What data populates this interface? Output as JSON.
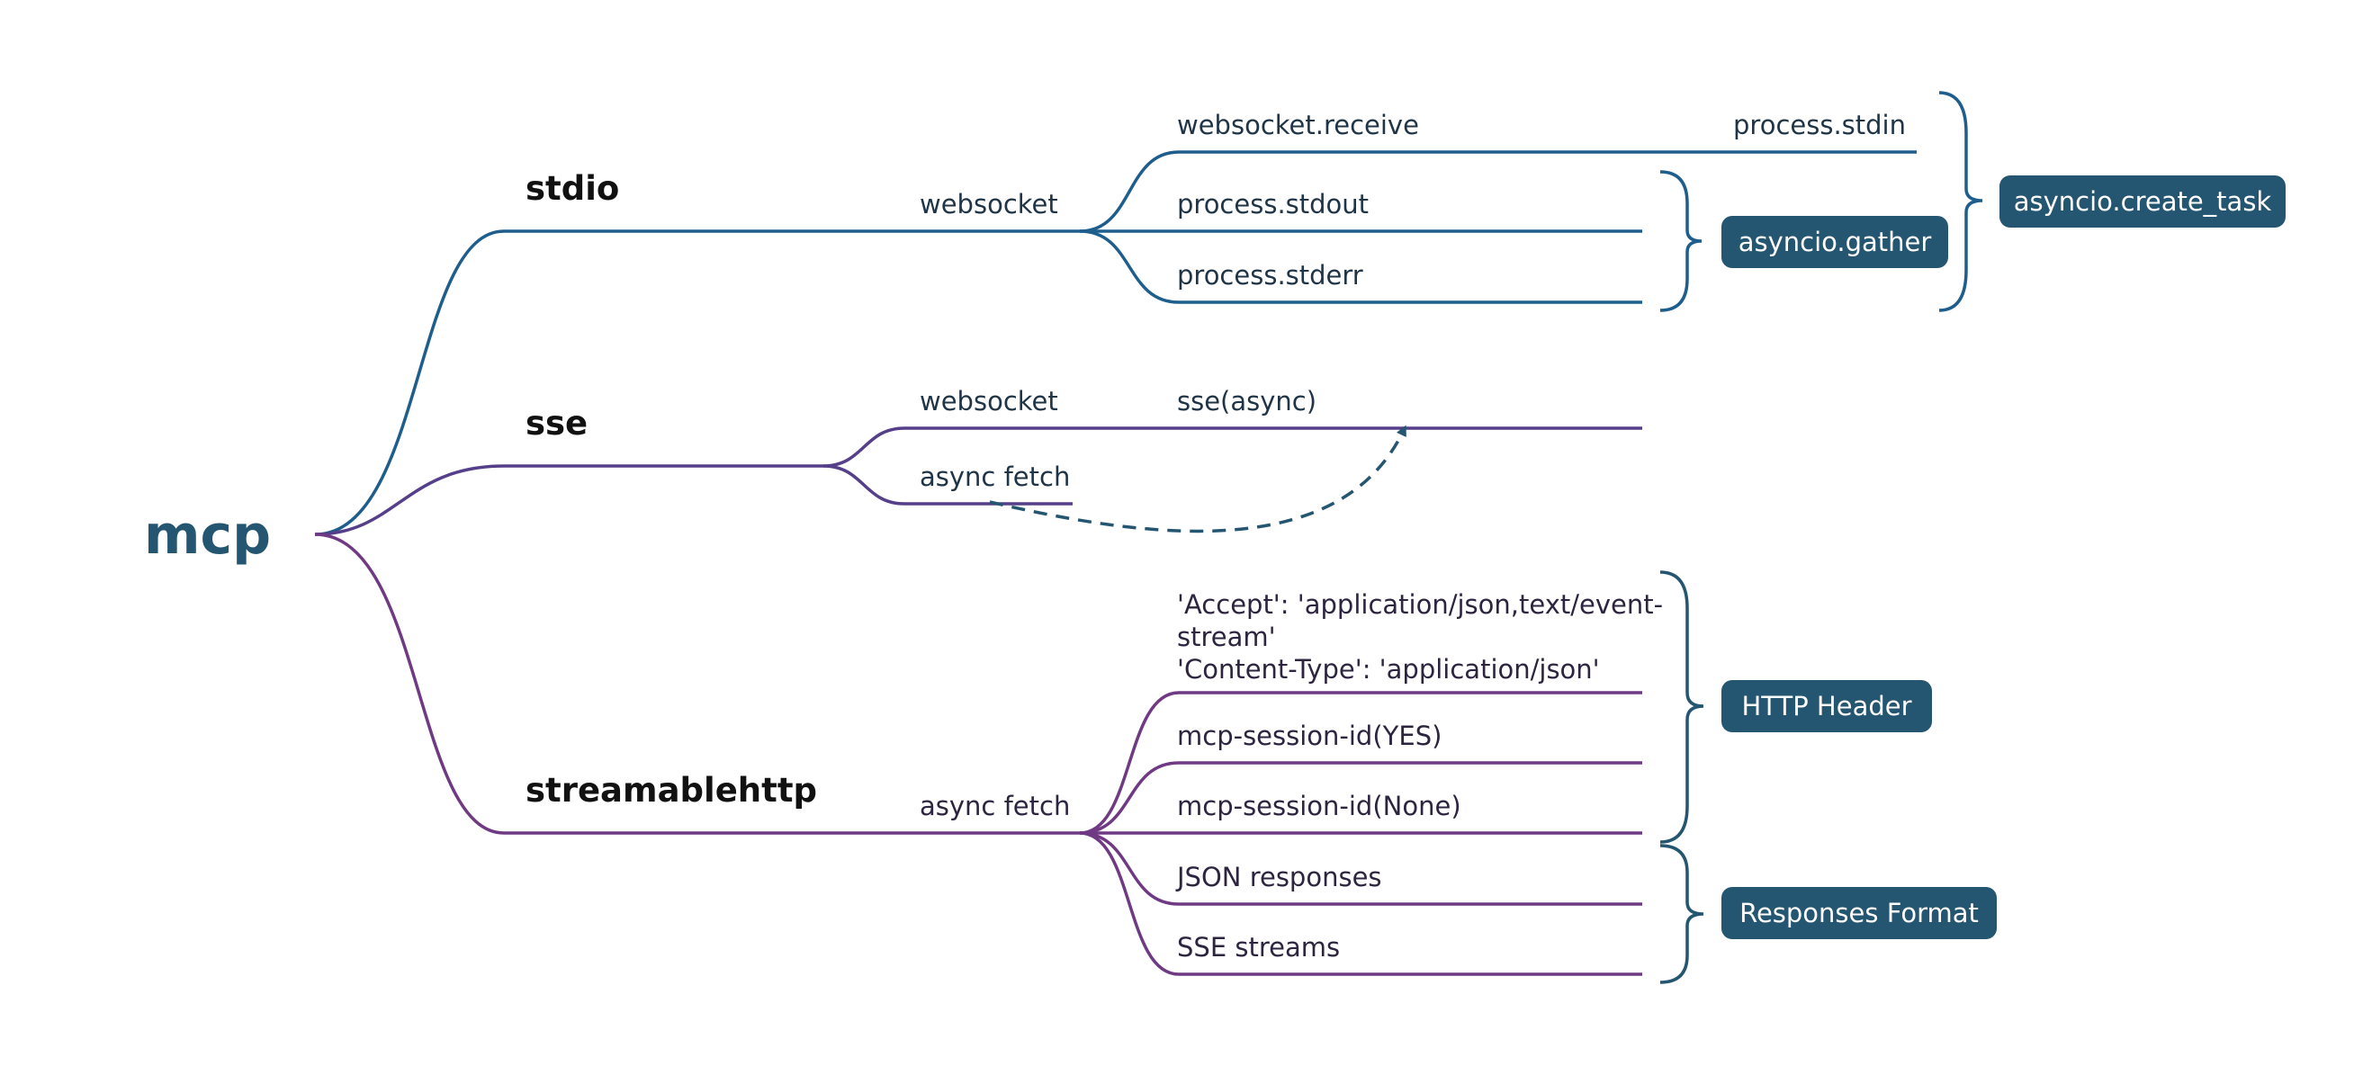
{
  "colors": {
    "blue": "#1e5e8c",
    "purple": "#553f8a",
    "magenta": "#6f3a83",
    "box": "#245571",
    "dark_text": "#1f3447",
    "purple_text": "#2d2440"
  },
  "root": {
    "label": "mcp"
  },
  "branches": {
    "stdio": {
      "label": "stdio",
      "sub": "websocket",
      "leaves": [
        "websocket.receive",
        "process.stdin",
        "process.stdout",
        "process.stderr"
      ]
    },
    "sse": {
      "label": "sse",
      "subs": [
        "websocket",
        "async fetch"
      ],
      "leaf": "sse(async)"
    },
    "streamablehttp": {
      "label": "streamablehttp",
      "sub": "async fetch",
      "leaves": [
        "'Accept': 'application/json,text/event-",
        "stream'",
        "'Content-Type': 'application/json'",
        "mcp-session-id(YES)",
        "mcp-session-id(None)",
        "JSON responses",
        "SSE streams"
      ]
    }
  },
  "summaries": {
    "gather": "asyncio.gather",
    "create_task": "asyncio.create_task",
    "http_header": "HTTP Header",
    "responses_format": "Responses Format"
  }
}
